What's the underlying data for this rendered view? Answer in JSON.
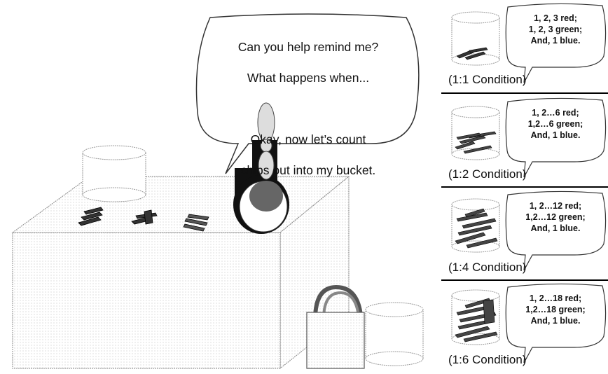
{
  "main_speech": {
    "line1": "Can you help remind me?",
    "line2": "What happens when...",
    "line3": "Okay, now let’s count",
    "line4": "chips out into my bucket."
  },
  "panels": [
    {
      "count_text": "1, 2, 3 red;\n1, 2, 3 green;\nAnd, 1 blue.",
      "condition": "(1:1 Condition)"
    },
    {
      "count_text": "1, 2…6 red;\n1,2…6 green;\nAnd, 1 blue.",
      "condition": "(1:2 Condition)"
    },
    {
      "count_text": "1, 2…12 red;\n1,2…12 green;\nAnd, 1 blue.",
      "condition": "(1:4 Condition)"
    },
    {
      "count_text": "1, 2…18 red;\n1,2…18 green;\nAnd, 1 blue.",
      "condition": "(1:6 Condition)"
    }
  ]
}
